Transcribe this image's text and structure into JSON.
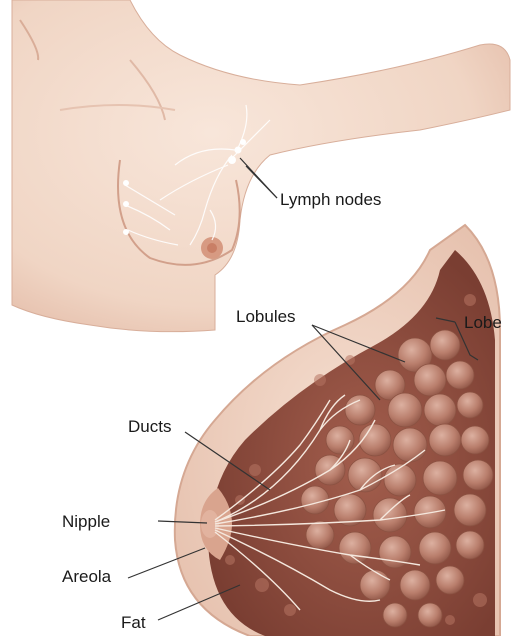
{
  "labels": {
    "lymph_nodes": "Lymph nodes",
    "lobules": "Lobules",
    "lobe": "Lobe",
    "ducts": "Ducts",
    "nipple": "Nipple",
    "areola": "Areola",
    "fat": "Fat"
  },
  "colors": {
    "skin": "#f3dccd",
    "skin_shadow": "#d9ad98",
    "tissue_dark": "#8a4a3c",
    "lobule": "#c08a78",
    "duct": "#f4e6dc",
    "leader_line": "#333333"
  }
}
